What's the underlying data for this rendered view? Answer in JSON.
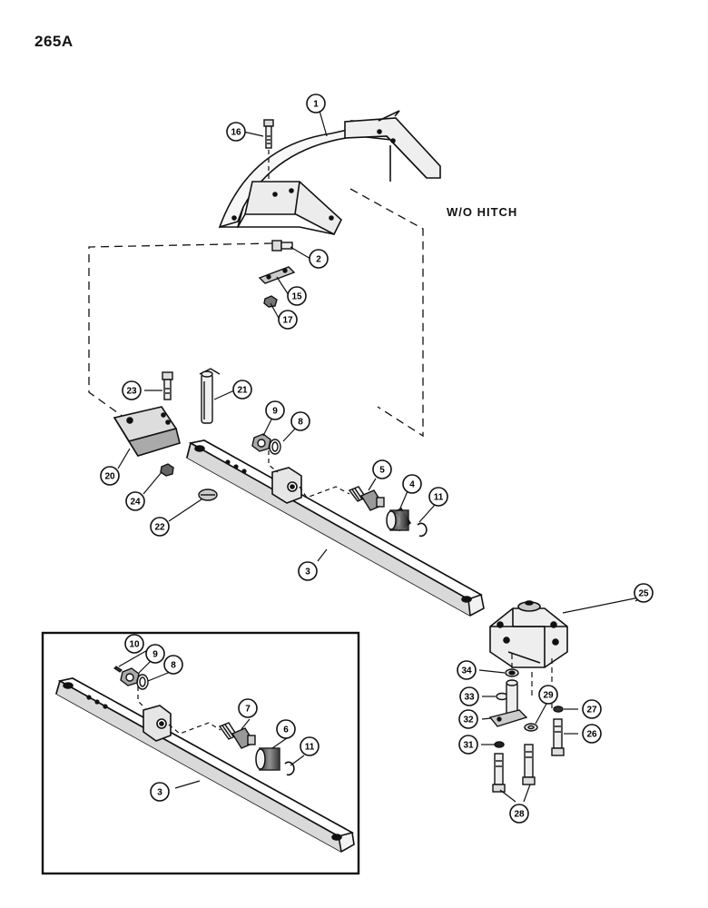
{
  "page_number": "265A",
  "hitch_note": "W/O HITCH",
  "callouts": [
    {
      "id": "c1",
      "label": "1"
    },
    {
      "id": "c16",
      "label": "16"
    },
    {
      "id": "c2",
      "label": "2"
    },
    {
      "id": "c15",
      "label": "15"
    },
    {
      "id": "c17",
      "label": "17"
    },
    {
      "id": "c23",
      "label": "23"
    },
    {
      "id": "c21",
      "label": "21"
    },
    {
      "id": "c9a",
      "label": "9"
    },
    {
      "id": "c8a",
      "label": "8"
    },
    {
      "id": "c20",
      "label": "20"
    },
    {
      "id": "c24",
      "label": "24"
    },
    {
      "id": "c5",
      "label": "5"
    },
    {
      "id": "c4",
      "label": "4"
    },
    {
      "id": "c11a",
      "label": "11"
    },
    {
      "id": "c22",
      "label": "22"
    },
    {
      "id": "c3a",
      "label": "3"
    },
    {
      "id": "c25",
      "label": "25"
    },
    {
      "id": "c10",
      "label": "10"
    },
    {
      "id": "c9b",
      "label": "9"
    },
    {
      "id": "c8b",
      "label": "8"
    },
    {
      "id": "c7",
      "label": "7"
    },
    {
      "id": "c6",
      "label": "6"
    },
    {
      "id": "c11b",
      "label": "11"
    },
    {
      "id": "c3b",
      "label": "3"
    },
    {
      "id": "c34",
      "label": "34"
    },
    {
      "id": "c33",
      "label": "33"
    },
    {
      "id": "c29",
      "label": "29"
    },
    {
      "id": "c27",
      "label": "27"
    },
    {
      "id": "c32",
      "label": "32"
    },
    {
      "id": "c26",
      "label": "26"
    },
    {
      "id": "c31",
      "label": "31"
    },
    {
      "id": "c28",
      "label": "28"
    }
  ]
}
